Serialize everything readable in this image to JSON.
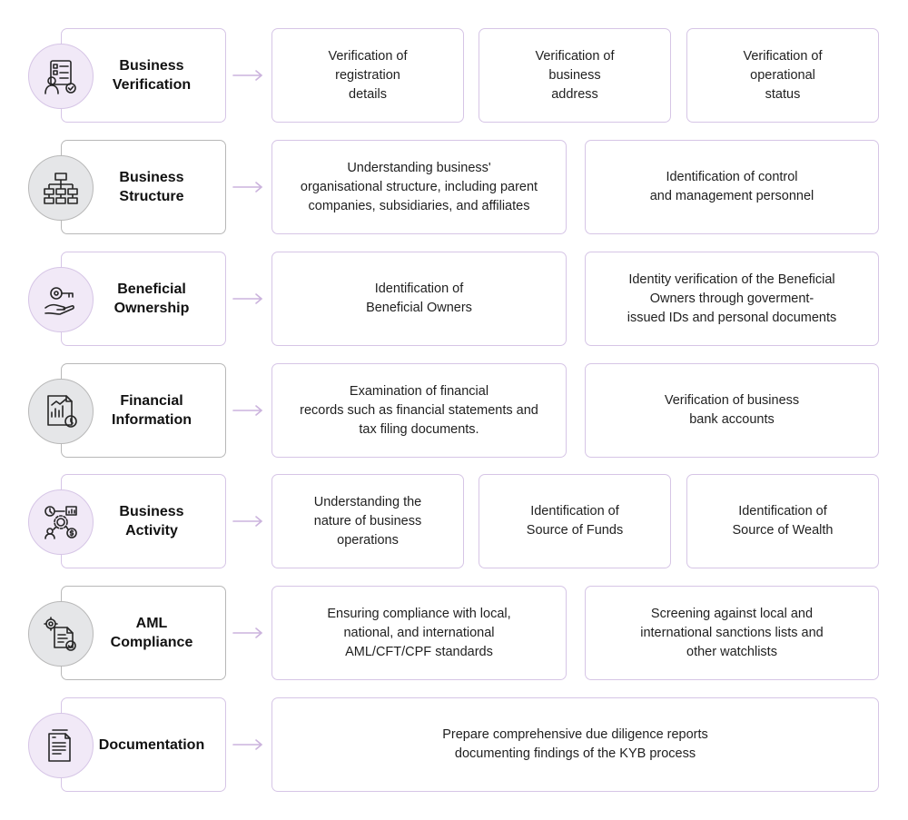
{
  "colors": {
    "purple_border": "#d6c5e6",
    "gray_border": "#b8b8b8",
    "purple_fill": "#f1e9f7",
    "gray_fill": "#e5e6e8",
    "icon_stroke": "#262626",
    "arrow": "#cbb3dd"
  },
  "rows": [
    {
      "label": "Business\nVerification",
      "icon": "checklist-person-icon",
      "theme": "purple",
      "cards": [
        "Verification of\nregistration\ndetails",
        "Verification of\nbusiness\naddress",
        "Verification of\noperational\nstatus"
      ]
    },
    {
      "label": "Business\nStructure",
      "icon": "org-chart-icon",
      "theme": "gray",
      "cards": [
        "Understanding business'\norganisational structure, including parent\ncompanies, subsidiaries, and affiliates",
        "Identification of control\nand management personnel"
      ]
    },
    {
      "label": "Beneficial\nOwnership",
      "icon": "hand-key-icon",
      "theme": "purple",
      "cards": [
        "Identification of\nBeneficial Owners",
        "Identity verification of the Beneficial\nOwners through goverment-\nissued IDs and personal documents"
      ]
    },
    {
      "label": "Financial\nInformation",
      "icon": "financial-report-icon",
      "theme": "gray",
      "cards": [
        "Examination of financial\nrecords such as financial statements and\ntax filing documents.",
        "Verification of business\nbank accounts"
      ]
    },
    {
      "label": "Business\nActivity",
      "icon": "business-activity-icon",
      "theme": "purple",
      "cards": [
        "Understanding the\nnature of business\noperations",
        "Identification of\nSource of Funds",
        "Identification of\nSource of Wealth"
      ]
    },
    {
      "label": "AML\nCompliance",
      "icon": "compliance-document-icon",
      "theme": "gray",
      "cards": [
        "Ensuring compliance with local,\nnational, and international\nAML/CFT/CPF standards",
        "Screening against local and\ninternational sanctions lists and\nother watchlists"
      ]
    },
    {
      "label": "Documentation",
      "icon": "documents-icon",
      "theme": "purple",
      "cards": [
        "Prepare comprehensive due diligence reports\ndocumenting findings of the KYB process"
      ]
    }
  ]
}
